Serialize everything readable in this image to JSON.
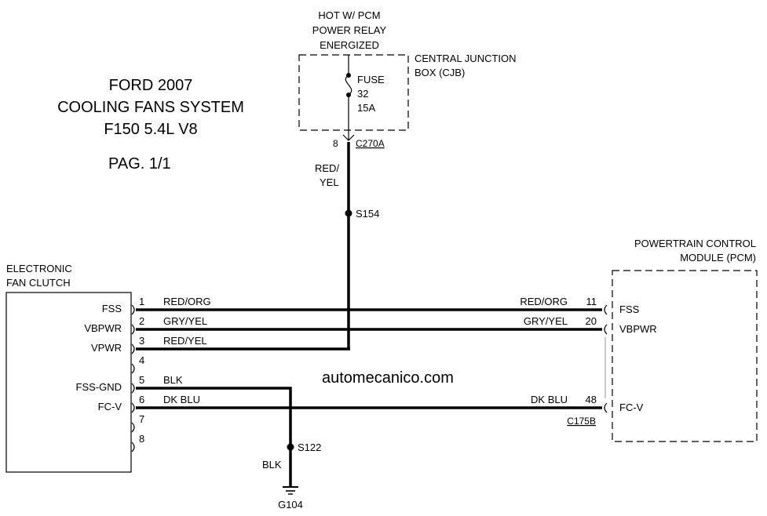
{
  "title": {
    "line1": "FORD 2007",
    "line2": "COOLING FANS SYSTEM",
    "line3": "F150 5.4L V8",
    "page": "PAG. 1/1"
  },
  "power_source": {
    "label_lines": [
      "HOT W/ PCM",
      "POWER RELAY",
      "ENERGIZED"
    ]
  },
  "cjb": {
    "label_lines": [
      "CENTRAL JUNCTION",
      "BOX (CJB)"
    ],
    "fuse_lines": [
      "FUSE",
      "32",
      "15A"
    ],
    "connector_pin": "8",
    "connector": "C270A"
  },
  "feed_wire": {
    "color_lines": [
      "RED/",
      "YEL"
    ],
    "splice": "S154"
  },
  "fan_clutch": {
    "label_lines": [
      "ELECTRONIC",
      "FAN CLUTCH"
    ],
    "pins": [
      {
        "num": "1",
        "name": "FSS",
        "wire": "RED/ORG"
      },
      {
        "num": "2",
        "name": "VBPWR",
        "wire": "GRY/YEL"
      },
      {
        "num": "3",
        "name": "VPWR",
        "wire": "RED/YEL"
      },
      {
        "num": "4",
        "name": "",
        "wire": ""
      },
      {
        "num": "5",
        "name": "FSS-GND",
        "wire": "BLK"
      },
      {
        "num": "6",
        "name": "FC-V",
        "wire": "DK BLU"
      },
      {
        "num": "7",
        "name": "",
        "wire": ""
      },
      {
        "num": "8",
        "name": "",
        "wire": ""
      }
    ]
  },
  "pcm": {
    "label_lines": [
      "POWERTRAIN CONTROL",
      "MODULE (PCM)"
    ],
    "pins": [
      {
        "num": "11",
        "name": "FSS",
        "wire": "RED/ORG"
      },
      {
        "num": "20",
        "name": "VBPWR",
        "wire": "GRY/YEL"
      },
      {
        "num": "48",
        "name": "FC-V",
        "wire": "DK BLU"
      }
    ],
    "connector": "C175B"
  },
  "ground": {
    "splice": "S122",
    "wire": "BLK",
    "ground_id": "G104"
  },
  "watermark": "automecanico.com"
}
